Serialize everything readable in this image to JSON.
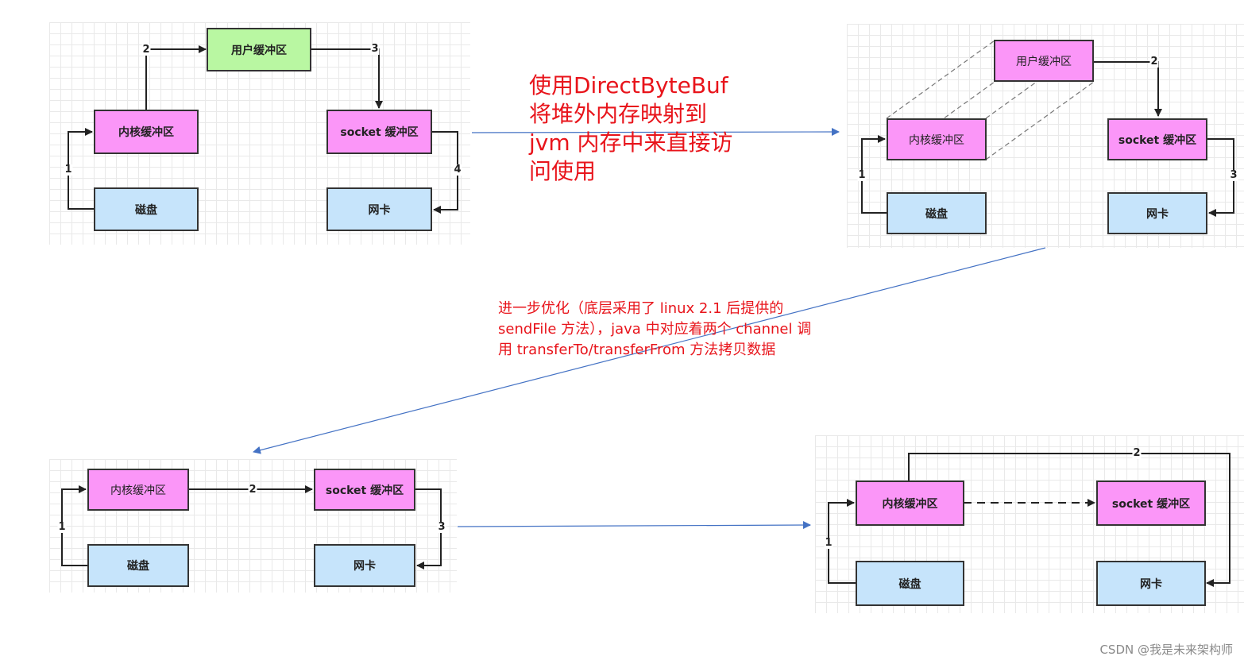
{
  "nodes": {
    "user_buffer": "用户缓冲区",
    "kernel_buffer": "内核缓冲区",
    "socket_buffer": "socket 缓冲区",
    "disk": "磁盘",
    "nic": "网卡"
  },
  "steps": {
    "one": "1",
    "two": "2",
    "three": "3",
    "four": "4"
  },
  "notes": {
    "direct_buffer": " 使用DirectByteBuf\n将堆外内存映射到\njvm 内存中来直接访\n问使用",
    "sendfile": "进一步优化（底层采用了 linux 2.1 后提供的\nsendFile 方法），java 中对应着两个 channel 调\n用 transferTo/transferFrom 方法拷贝数据"
  },
  "watermark": "CSDN @我是未来架构师",
  "colors": {
    "user_buffer": "#b9f7a2",
    "kernel_socket_buffer": "#fb96f8",
    "device": "#c6e4fb",
    "annotation_text": "#e8141b",
    "flow_arrow": "#4472c4"
  }
}
